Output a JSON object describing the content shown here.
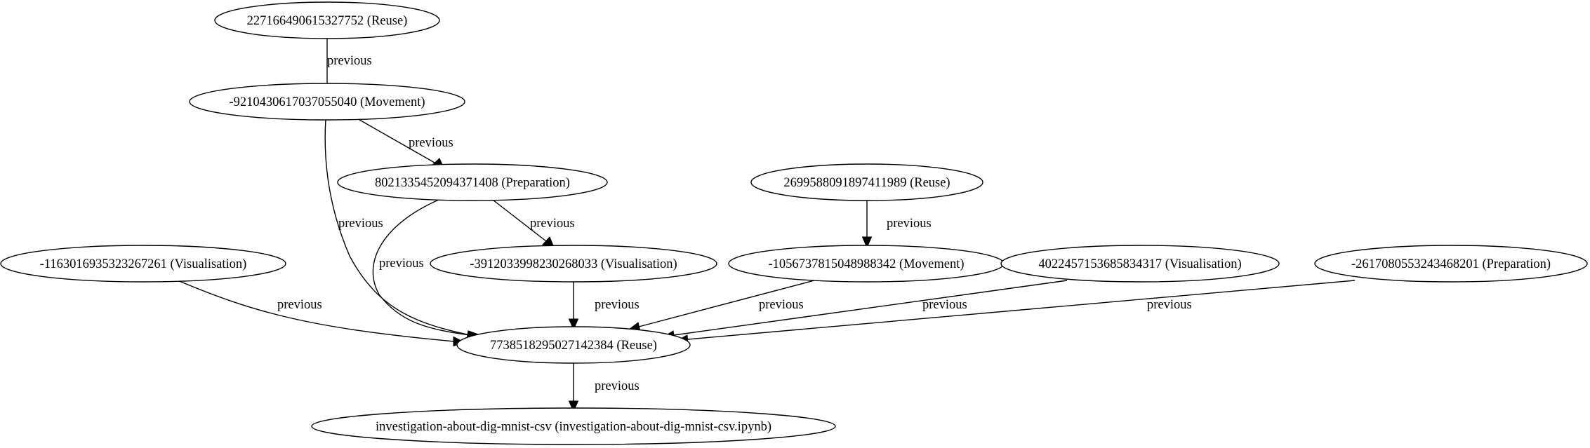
{
  "graph": {
    "nodes": [
      {
        "id": "n1",
        "label": "227166490615327752 (Reuse)"
      },
      {
        "id": "n2",
        "label": "-9210430617037055040 (Movement)"
      },
      {
        "id": "n3",
        "label": "8021335452094371408 (Preparation)"
      },
      {
        "id": "n4",
        "label": "2699588091897411989 (Reuse)"
      },
      {
        "id": "n5",
        "label": "-1163016935323267261 (Visualisation)"
      },
      {
        "id": "n6",
        "label": "-3912033998230268033 (Visualisation)"
      },
      {
        "id": "n7",
        "label": "-1056737815048988342 (Movement)"
      },
      {
        "id": "n8",
        "label": "4022457153685834317 (Visualisation)"
      },
      {
        "id": "n9",
        "label": "-2617080553243468201 (Preparation)"
      },
      {
        "id": "n10",
        "label": "7738518295027142384 (Reuse)"
      },
      {
        "id": "n11",
        "label": "investigation-about-dig-mnist-csv (investigation-about-dig-mnist-csv.ipynb)"
      }
    ],
    "edges": [
      {
        "id": "e1",
        "from": "n1",
        "to": "n2",
        "label": "previous"
      },
      {
        "id": "e2",
        "from": "n2",
        "to": "n3",
        "label": "previous"
      },
      {
        "id": "e3",
        "from": "n2",
        "to": "n10",
        "label": "previous"
      },
      {
        "id": "e4",
        "from": "n3",
        "to": "n10",
        "label": "previous"
      },
      {
        "id": "e5",
        "from": "n3",
        "to": "n6",
        "label": "previous"
      },
      {
        "id": "e6",
        "from": "n4",
        "to": "n7",
        "label": "previous"
      },
      {
        "id": "e7",
        "from": "n5",
        "to": "n10",
        "label": "previous"
      },
      {
        "id": "e8",
        "from": "n6",
        "to": "n10",
        "label": "previous"
      },
      {
        "id": "e9",
        "from": "n7",
        "to": "n10",
        "label": "previous"
      },
      {
        "id": "e10",
        "from": "n8",
        "to": "n10",
        "label": "previous"
      },
      {
        "id": "e11",
        "from": "n9",
        "to": "n10",
        "label": "previous"
      },
      {
        "id": "e12",
        "from": "n10",
        "to": "n11",
        "label": "previous"
      }
    ]
  }
}
